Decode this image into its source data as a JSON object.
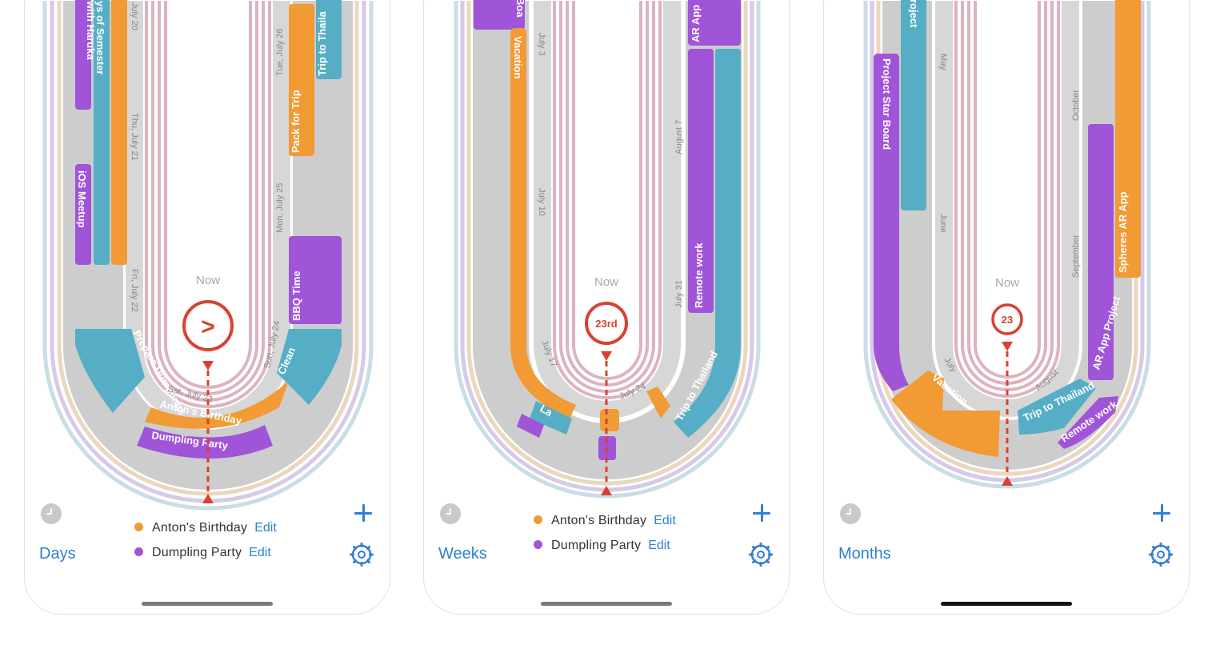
{
  "colors": {
    "accent": "#2f7fd0",
    "now_red": "#d9412f",
    "orange": "#f29a34",
    "purple": "#a054d8",
    "teal": "#55aec5",
    "track_gray": "#cdcdcd"
  },
  "phones": [
    {
      "scale_label": "Days",
      "now_label": "Now",
      "now_marker": ">",
      "date_labels": [
        "July 20",
        "Thu, July 21",
        "Fri, July 22",
        "Sat, July 23",
        "Sun, July 24",
        "Mon, July 25",
        "Tue, July 26"
      ],
      "event_labels": [
        "with Haruka",
        "iOS Meetup",
        "ys of Semester",
        "Prepare Dumplings",
        "Anton's Birthday",
        "Dumpling Party",
        "Clean",
        "BBQ Time",
        "Pack for Trip",
        "Trip to Thaila"
      ],
      "events": [
        {
          "name": "Anton's Birthday",
          "edit": "Edit",
          "color": "#f29a34"
        },
        {
          "name": "Dumpling Party",
          "edit": "Edit",
          "color": "#a054d8"
        }
      ],
      "icons": [
        "clock-icon",
        "plus-icon",
        "gear-icon"
      ]
    },
    {
      "scale_label": "Weeks",
      "now_label": "Now",
      "now_marker": "23rd",
      "date_labels": [
        "July 3",
        "July 10",
        "July 17",
        "July 24",
        "July 31",
        "August 7"
      ],
      "event_labels": [
        "Boa",
        "Vacation",
        "La",
        "Trip to Thailand",
        "Remote work",
        "AR App"
      ],
      "events": [
        {
          "name": "Anton's Birthday",
          "edit": "Edit",
          "color": "#f29a34"
        },
        {
          "name": "Dumpling Party",
          "edit": "Edit",
          "color": "#a054d8"
        }
      ],
      "icons": [
        "clock-icon",
        "plus-icon",
        "gear-icon"
      ]
    },
    {
      "scale_label": "Months",
      "now_label": "Now",
      "now_marker": "23",
      "date_labels": [
        "May",
        "June",
        "July",
        "August",
        "September",
        "October"
      ],
      "event_labels": [
        "roject",
        "Project Star Board",
        "Vacation",
        "Trip to Thailand",
        "Remote work",
        "AR App Project",
        "Spheres AR App"
      ],
      "events": [],
      "icons": [
        "clock-icon",
        "plus-icon",
        "gear-icon"
      ]
    }
  ]
}
